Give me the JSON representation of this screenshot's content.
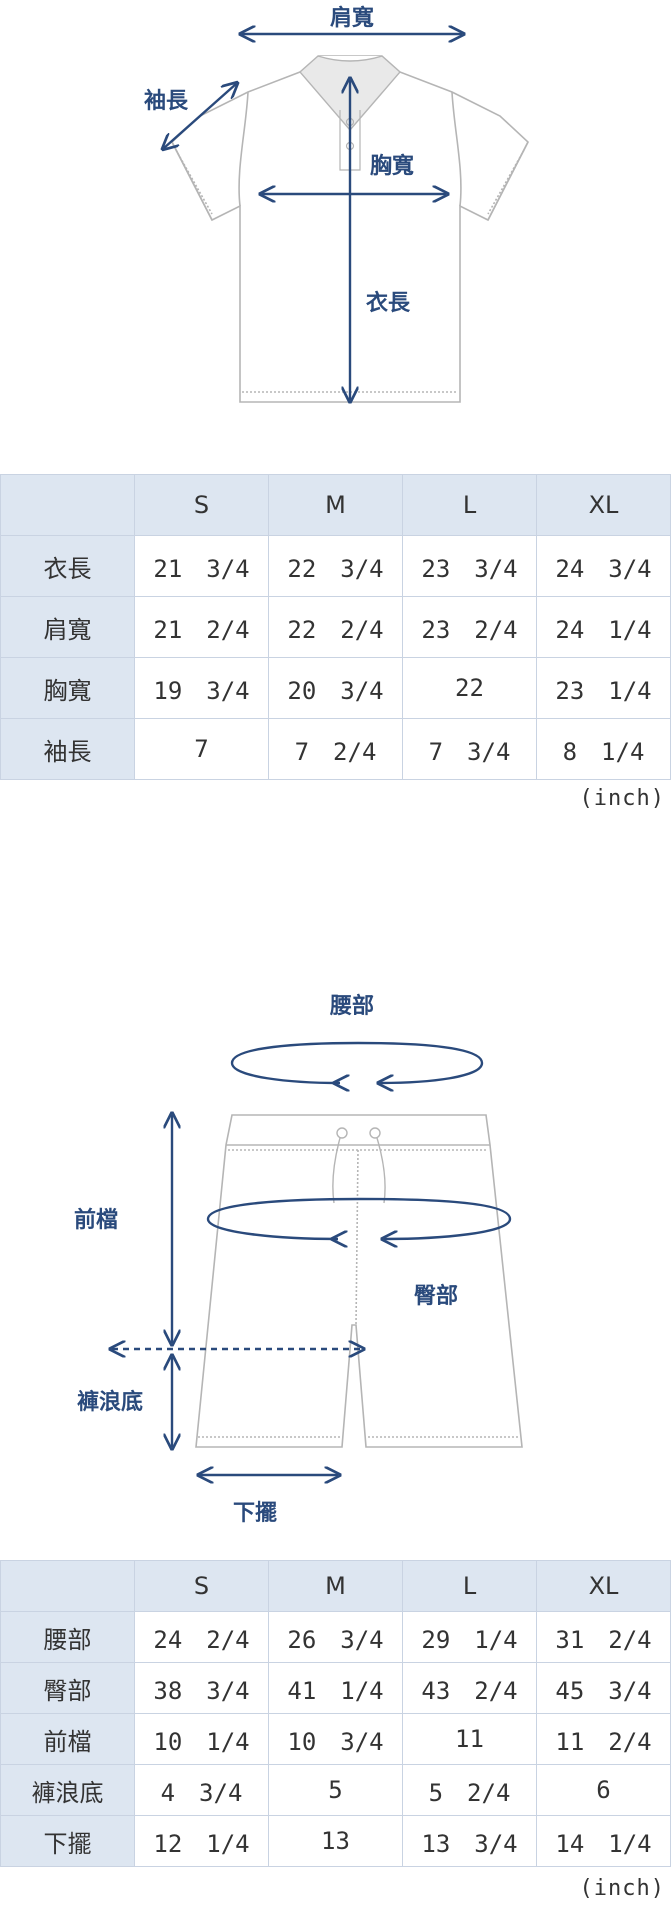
{
  "shirt": {
    "labels": {
      "shoulder": "肩寬",
      "sleeve": "袖長",
      "chest": "胸寬",
      "length": "衣長"
    },
    "table": {
      "columns": [
        "S",
        "M",
        "L",
        "XL"
      ],
      "rows": [
        {
          "label": "衣長",
          "values": [
            "21　3/4",
            "22　3/4",
            "23　3/4",
            "24　3/4"
          ]
        },
        {
          "label": "肩寬",
          "values": [
            "21　2/4",
            "22　2/4",
            "23　2/4",
            "24　1/4"
          ]
        },
        {
          "label": "胸寬",
          "values": [
            "19　3/4",
            "20　3/4",
            "22",
            "23　1/4"
          ]
        },
        {
          "label": "袖長",
          "values": [
            "7",
            "7　2/4",
            "7　3/4",
            "8　1/4"
          ]
        }
      ]
    },
    "unit": "(inch)"
  },
  "shorts": {
    "labels": {
      "waist": "腰部",
      "front_rise": "前檔",
      "hip": "臀部",
      "inseam": "褲浪底",
      "hem": "下擺"
    },
    "table": {
      "columns": [
        "S",
        "M",
        "L",
        "XL"
      ],
      "rows": [
        {
          "label": "腰部",
          "values": [
            "24　2/4",
            "26　3/4",
            "29　1/4",
            "31　2/4"
          ]
        },
        {
          "label": "臀部",
          "values": [
            "38　3/4",
            "41　1/4",
            "43　2/4",
            "45　3/4"
          ]
        },
        {
          "label": "前檔",
          "values": [
            "10　1/4",
            "10　3/4",
            "11",
            "11　2/4"
          ]
        },
        {
          "label": "褲浪底",
          "values": [
            "4　3/4",
            "5",
            "5　2/4",
            "6"
          ]
        },
        {
          "label": "下擺",
          "values": [
            "12　1/4",
            "13",
            "13　3/4",
            "14　1/4"
          ]
        }
      ]
    },
    "unit": "(inch)"
  },
  "colors": {
    "accent": "#2a4a7c",
    "header_bg": "#dde6f1",
    "border": "#c9d3e2",
    "garment_line": "#b5b5b5"
  }
}
